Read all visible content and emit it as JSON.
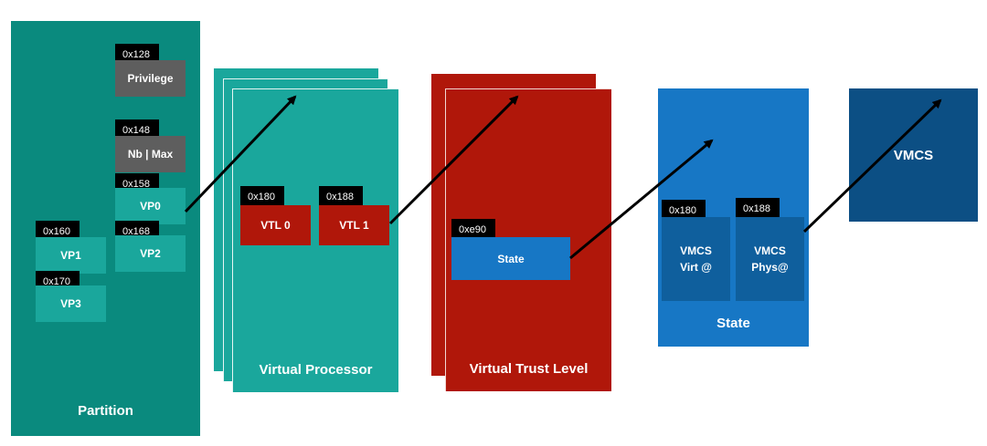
{
  "partition": {
    "label": "Partition",
    "fields": [
      {
        "offset": "0x128",
        "label": "Privilege"
      },
      {
        "offset": "0x148",
        "label": "Nb | Max"
      },
      {
        "offset": "0x158",
        "label": "VP0"
      },
      {
        "offset": "0x160",
        "label": "VP1"
      },
      {
        "offset": "0x168",
        "label": "VP2"
      },
      {
        "offset": "0x170",
        "label": "VP3"
      }
    ]
  },
  "virtual_processor": {
    "label": "Virtual Processor",
    "fields": [
      {
        "offset": "0x180",
        "label": "VTL 0"
      },
      {
        "offset": "0x188",
        "label": "VTL 1"
      }
    ]
  },
  "virtual_trust_level": {
    "label": "Virtual Trust Level",
    "fields": [
      {
        "offset": "0xe90",
        "label": "State"
      }
    ]
  },
  "state": {
    "label": "State",
    "fields": [
      {
        "offset": "0x180",
        "label_line1": "VMCS",
        "label_line2": "Virt @"
      },
      {
        "offset": "0x188",
        "label_line1": "VMCS",
        "label_line2": "Phys@"
      }
    ]
  },
  "vmcs": {
    "label": "VMCS"
  },
  "colors": {
    "partition": "#0a8a7e",
    "teal": "#1aa79c",
    "gray": "#5e5e5e",
    "red": "#b0170a",
    "blue": "#1777c5",
    "dark_blue": "#0c4f84",
    "offset_bg": "#000000"
  }
}
